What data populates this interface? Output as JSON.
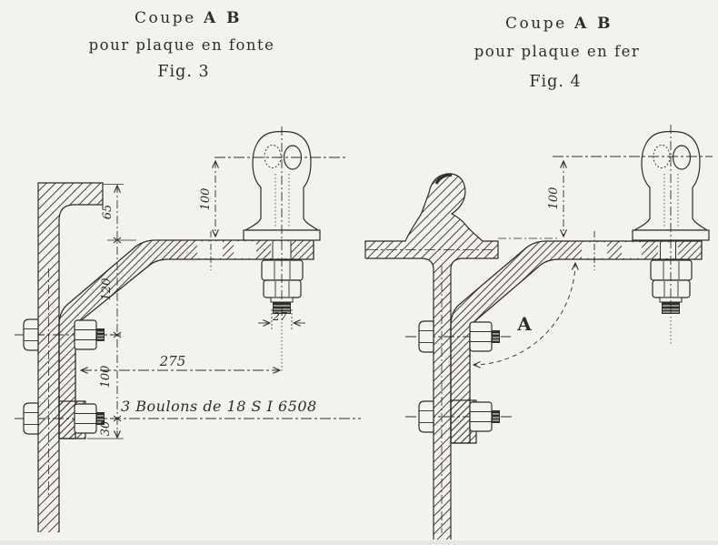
{
  "fig3": {
    "coupe_label": "Coupe",
    "section_marks": "A B",
    "subtitle": "pour plaque en fonte",
    "fig_label": "Fig. 3",
    "dims": {
      "flange_offset": "65",
      "insulator_height": "100",
      "arm_to_upper_bolt": "120",
      "bolt_spacing": "100",
      "lower_edge": "30",
      "bolt_diameter": "27",
      "reach": "275"
    },
    "note": "3 Boulons de 18 S I  6508"
  },
  "fig4": {
    "coupe_label": "Coupe",
    "section_marks": "A B",
    "subtitle": "pour plaque en fer",
    "fig_label": "Fig. 4",
    "dims": {
      "insulator_height": "100"
    },
    "section_point_label": "A"
  },
  "colors": {
    "paper": "#f3f2ee",
    "ink": "#2e2d2b",
    "hatch": "#45423e"
  }
}
